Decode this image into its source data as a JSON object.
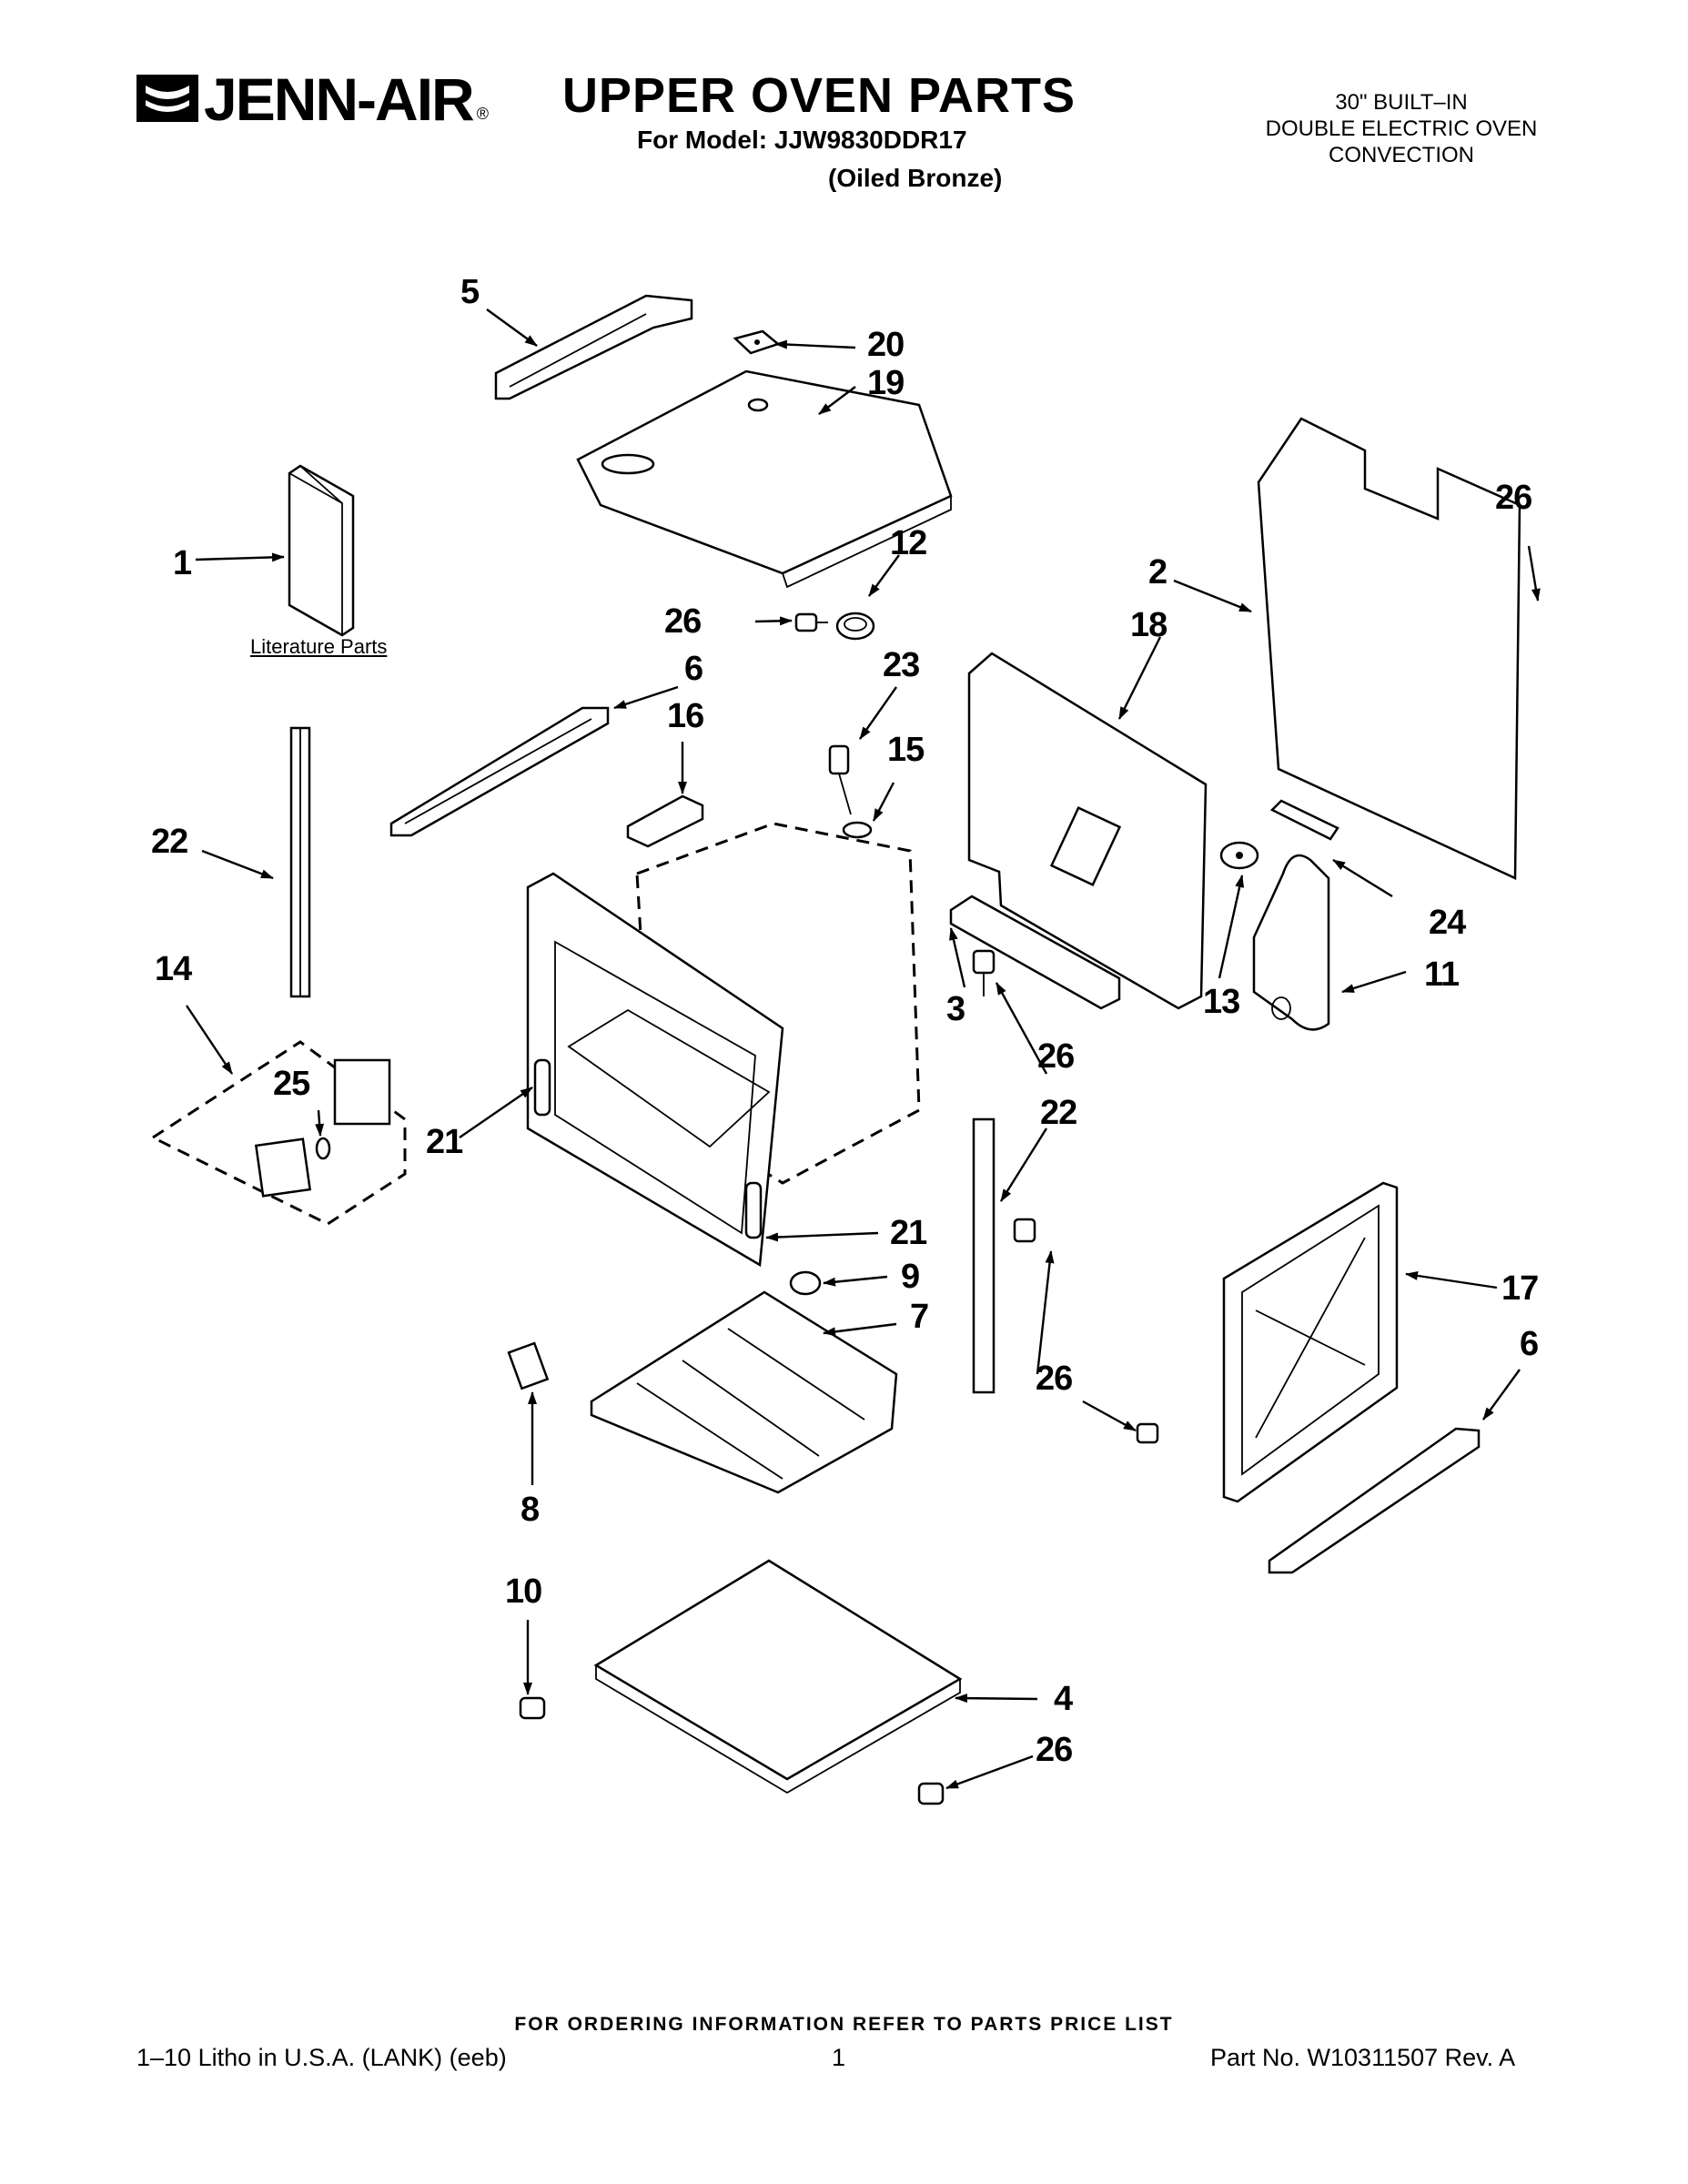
{
  "header": {
    "brand": "JENN-AIR",
    "brand_mark": "®",
    "title": "UPPER OVEN PARTS",
    "model_line": "For Model: JJW9830DDR17",
    "finish": "(Oiled Bronze)",
    "product_lines": [
      "30\" BUILT–IN",
      "DOUBLE ELECTRIC OVEN",
      "CONVECTION"
    ]
  },
  "literature_label": "Literature Parts",
  "callouts": [
    {
      "id": "c5",
      "label": "5"
    },
    {
      "id": "c20",
      "label": "20"
    },
    {
      "id": "c19",
      "label": "19"
    },
    {
      "id": "c26a",
      "label": "26"
    },
    {
      "id": "c1",
      "label": "1"
    },
    {
      "id": "c2",
      "label": "2"
    },
    {
      "id": "c12",
      "label": "12"
    },
    {
      "id": "c18",
      "label": "18"
    },
    {
      "id": "c26b",
      "label": "26"
    },
    {
      "id": "c6a",
      "label": "6"
    },
    {
      "id": "c23",
      "label": "23"
    },
    {
      "id": "c16",
      "label": "16"
    },
    {
      "id": "c15",
      "label": "15"
    },
    {
      "id": "c22a",
      "label": "22"
    },
    {
      "id": "c24",
      "label": "24"
    },
    {
      "id": "c14",
      "label": "14"
    },
    {
      "id": "c11",
      "label": "11"
    },
    {
      "id": "c3",
      "label": "3"
    },
    {
      "id": "c13",
      "label": "13"
    },
    {
      "id": "c25",
      "label": "25"
    },
    {
      "id": "c26c",
      "label": "26"
    },
    {
      "id": "c22b",
      "label": "22"
    },
    {
      "id": "c21a",
      "label": "21"
    },
    {
      "id": "c21b",
      "label": "21"
    },
    {
      "id": "c9",
      "label": "9"
    },
    {
      "id": "c17",
      "label": "17"
    },
    {
      "id": "c7",
      "label": "7"
    },
    {
      "id": "c6b",
      "label": "6"
    },
    {
      "id": "c26d",
      "label": "26"
    },
    {
      "id": "c8",
      "label": "8"
    },
    {
      "id": "c10",
      "label": "10"
    },
    {
      "id": "c4",
      "label": "4"
    },
    {
      "id": "c26e",
      "label": "26"
    }
  ],
  "footer": {
    "ordering": "FOR ORDERING INFORMATION REFER TO PARTS PRICE LIST",
    "litho": "1–10 Litho in U.S.A. (LANK) (eeb)",
    "page": "1",
    "part_no": "Part No. W10311507 Rev. A"
  }
}
